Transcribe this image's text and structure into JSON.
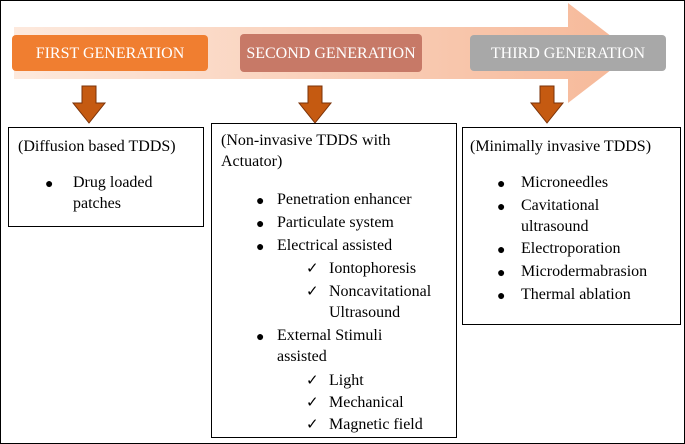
{
  "generations": [
    {
      "label": "FIRST GENERATION",
      "color": "#f07e30"
    },
    {
      "label": "SECOND GENERATION",
      "color": "#c77967"
    },
    {
      "label": "THIRD GENERATION",
      "color": "#a8a8a8"
    }
  ],
  "arrow_colors": {
    "banner_start": "#fbe2d3",
    "banner_end": "#f5b596",
    "down": "#c55a11"
  },
  "first": {
    "title": "(Diffusion based TDDS)",
    "items": [
      "Drug loaded patches"
    ]
  },
  "second": {
    "title": "(Non-invasive TDDS with Actuator)",
    "items": [
      {
        "label": "Penetration enhancer"
      },
      {
        "label": "Particulate system"
      },
      {
        "label": "Electrical assisted",
        "sub": [
          "Iontophoresis",
          "Noncavitational Ultrasound"
        ]
      },
      {
        "label": "External Stimuli assisted",
        "sub": [
          "Light",
          "Mechanical",
          "Magnetic field"
        ]
      }
    ]
  },
  "third": {
    "title": "(Minimally invasive TDDS)",
    "items": [
      "Microneedles",
      "Cavitational ultrasound",
      "Electroporation",
      "Microdermabrasion",
      "Thermal ablation"
    ]
  }
}
